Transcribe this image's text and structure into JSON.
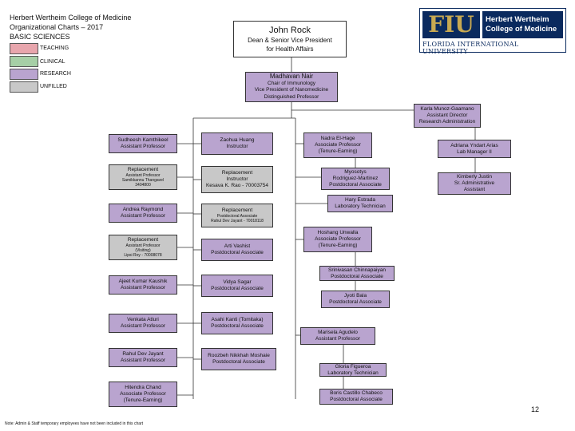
{
  "header": {
    "line1": "Herbert Wertheim College of Medicine",
    "line2": "Organizational Charts – 2017",
    "line3": "BASIC SCIENCES"
  },
  "legend": [
    {
      "label": "TEACHING",
      "color": "#e8a6ad"
    },
    {
      "label": "CLINICAL",
      "color": "#a6cfa6"
    },
    {
      "label": "RESEARCH",
      "color": "#b9a4cf"
    },
    {
      "label": "UNFILLED",
      "color": "#c8c8c8"
    }
  ],
  "logo": {
    "mark": "FIU",
    "line1": "Herbert Wertheim",
    "line2": "College of Medicine",
    "university": "FLORIDA INTERNATIONAL UNIVERSITY"
  },
  "top": {
    "name": "John Rock",
    "title1": "Dean & Senior Vice President",
    "title2": "for Health Affairs"
  },
  "chair": {
    "name": "Madhavan Nair",
    "title1": "Chair of Immunology",
    "title2": "Vice President of Nanomedicine",
    "title3": "Distinguished Professor"
  },
  "admin": {
    "name": "Karla Munoz-Gaamano",
    "title1": "Assistant Director",
    "title2": "Research Administration"
  },
  "col1": [
    {
      "l1": "Sudheesh Kamthikeel",
      "l2": "Assistant Professor"
    },
    {
      "l1": "Replacement",
      "l2": "Assistant Professor",
      "l3": "Samikkannu Thangavel",
      "l4": "3404800"
    },
    {
      "l1": "Andrea Raymond",
      "l2": "Assistant Professor"
    },
    {
      "l1": "Replacement",
      "l2": "Assistant Professor",
      "l3": "(Visiting)",
      "l4": "Lipsi Roy - 70008078"
    },
    {
      "l1": "Ajeet Kumar Kaushik",
      "l2": "Assistant Professor"
    },
    {
      "l1": "Venkata Atluri",
      "l2": "Assistant Professor"
    },
    {
      "l1": "Rahul Dev Jayant",
      "l2": "Assistant Professor"
    },
    {
      "l1": "Hitendra Chand",
      "l2": "Associate Professor",
      "l3": "(Tenure-Earning)"
    }
  ],
  "col2": [
    {
      "l1": "Zaohua Huang",
      "l2": "Instructor"
    },
    {
      "l1": "Replacement",
      "l2": "Instructor",
      "l3": "Kesava K. Rao - 70003754"
    },
    {
      "l1": "Replacement",
      "l2": "Postdoctoral Associate",
      "l3": "Rahul Dev Jayant - 70018118"
    },
    {
      "l1": "Arti Vashist",
      "l2": "Postdoctoral Associate"
    },
    {
      "l1": "Vidya Sagar",
      "l2": "Postdoctoral Associate"
    },
    {
      "l1": "Asahi  Kanti (Tomitaka)",
      "l2": "Postdoctoral Associate"
    },
    {
      "l1": "Roozbeh Nikkhah Moshaie",
      "l2": "Postdoctoral Associate"
    }
  ],
  "col3": [
    {
      "l1": "Nadra El-Hage",
      "l2": "Associate Professor",
      "l3": "(Tenure-Earning)"
    },
    {
      "l1": "Myosotys",
      "l2": "Rodriguez-Martinez",
      "l3": "Postdoctoral Associate"
    },
    {
      "l1": "Hary Estrada",
      "l2": "Laboratory Technician"
    },
    {
      "l1": "Hoshang Unwalla",
      "l2": "Associate Professor",
      "l3": "(Tenure-Earning)"
    },
    {
      "l1": "Srinivasan Chinnapaiyan",
      "l2": "Postdoctoral Associate"
    },
    {
      "l1": "Jyoti Bala",
      "l2": "Postdoctoral Associate"
    },
    {
      "l1": "Marisela Agudelo",
      "l2": "Assistant Professor"
    },
    {
      "l1": "Gloria Figueroa",
      "l2": "Laboratory Technician"
    },
    {
      "l1": "Boris Castillo Chabeco",
      "l2": "Postdoctoral Associate"
    }
  ],
  "col4": [
    {
      "l1": "Adriana Yndart Arias",
      "l2": "Lab Manager II"
    },
    {
      "l1": "Kimberly Justin",
      "l2": "Sr. Administrative",
      "l3": "Assistant"
    }
  ],
  "page_number": "12",
  "note": "Note: Admin & Staff temporary employees have not been included in this chart"
}
